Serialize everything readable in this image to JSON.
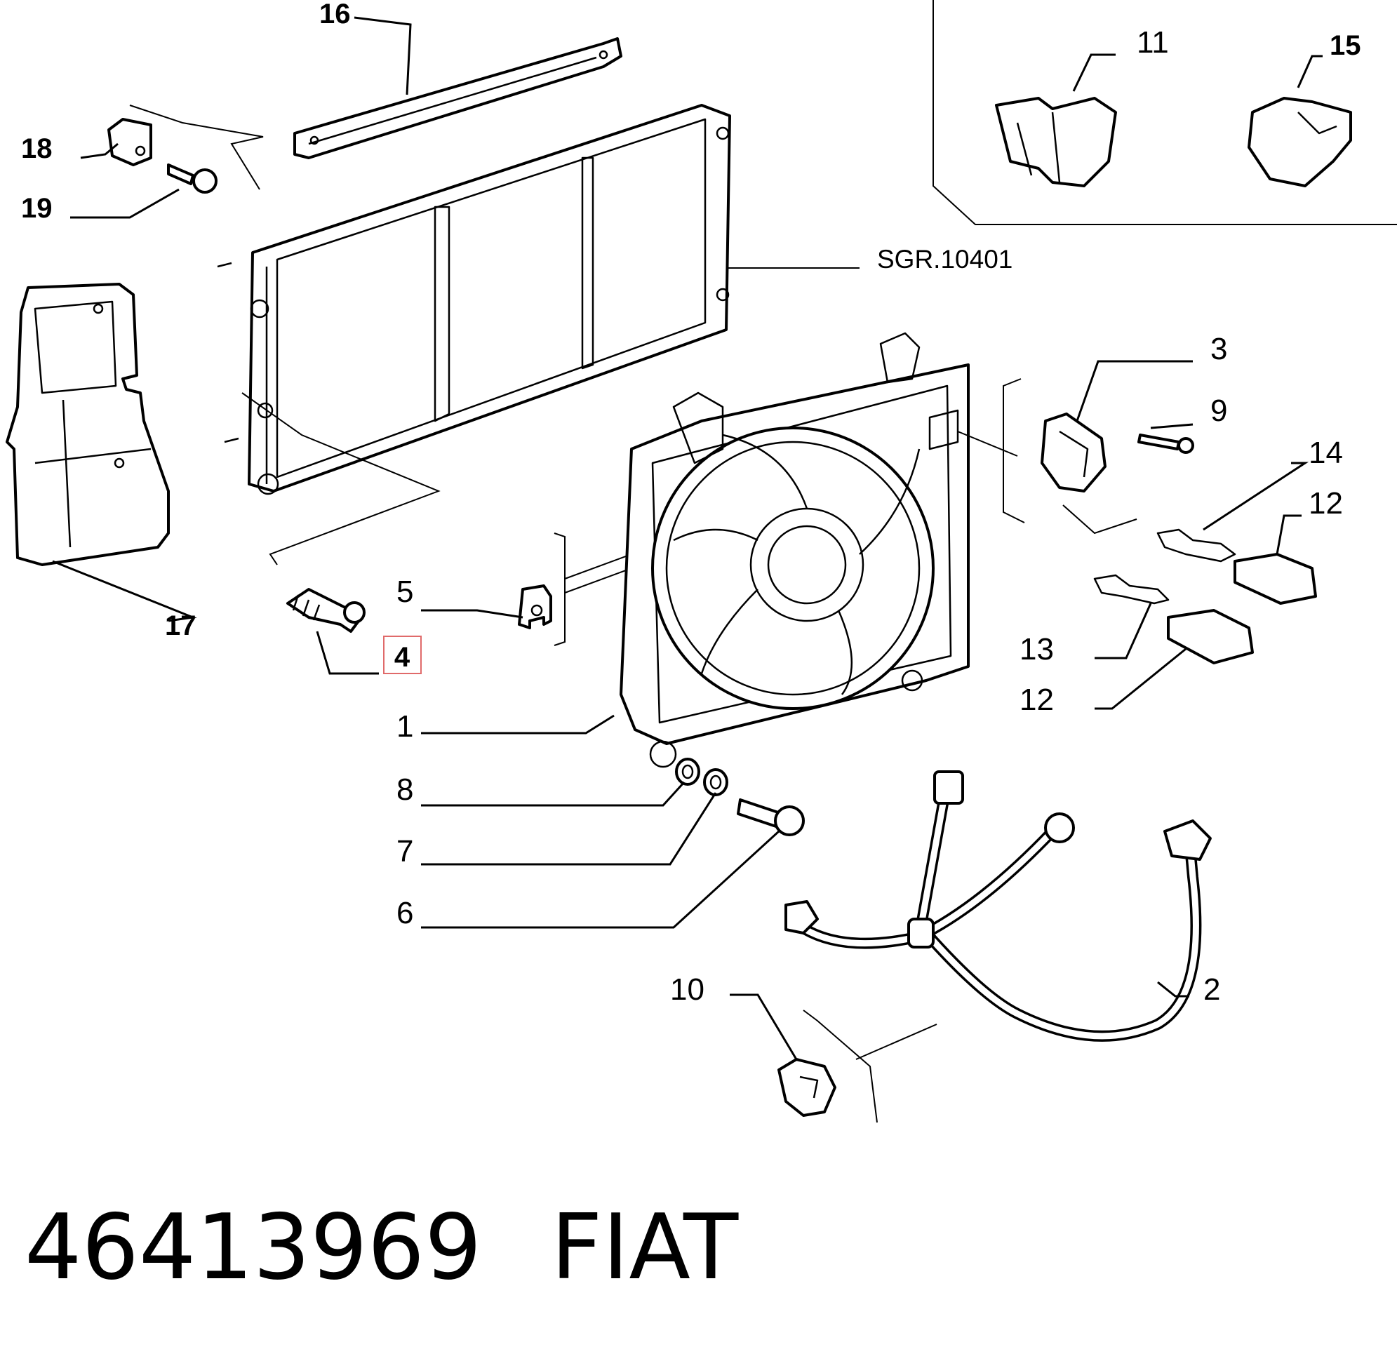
{
  "diagram": {
    "reference_label": "SGR.10401",
    "highlighted_callout": "4",
    "callouts": {
      "c1": "1",
      "c2": "2",
      "c3": "3",
      "c4": "4",
      "c5": "5",
      "c6": "6",
      "c7": "7",
      "c8": "8",
      "c9": "9",
      "c10": "10",
      "c11": "11",
      "c12a": "12",
      "c12b": "12",
      "c13": "13",
      "c14": "14",
      "c15": "15",
      "c16": "16",
      "c17": "17",
      "c18": "18",
      "c19": "19"
    }
  },
  "footer": {
    "part_number": "46413969",
    "brand": "FIAT"
  },
  "colors": {
    "line": "#000000",
    "background": "#ffffff",
    "highlight": "#e06a6a"
  }
}
